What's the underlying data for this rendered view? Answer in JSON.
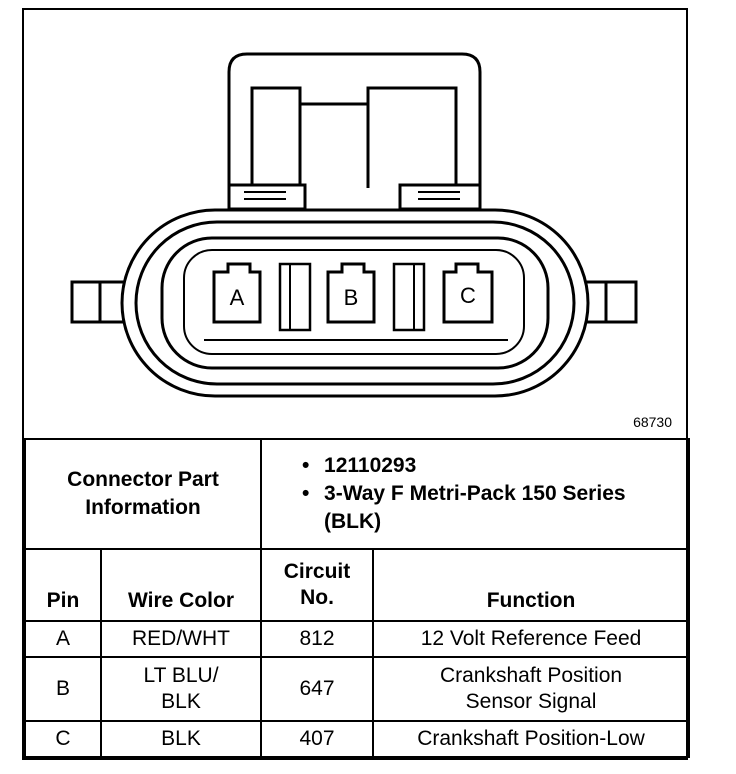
{
  "figure": {
    "number": "68730",
    "pin_labels": [
      "A",
      "B",
      "C"
    ]
  },
  "connector_info": {
    "label": "Connector Part Information",
    "items": [
      "12110293",
      "3-Way F Metri-Pack 150 Series (BLK)"
    ]
  },
  "table": {
    "headers": {
      "pin": "Pin",
      "wire_color": "Wire Color",
      "circuit": "Circuit No.",
      "function": "Function"
    },
    "rows": [
      {
        "pin": "A",
        "wire_color": "RED/WHT",
        "circuit": "812",
        "function": "12 Volt Reference Feed"
      },
      {
        "pin": "B",
        "wire_color": "LT BLU/ BLK",
        "circuit": "647",
        "function": "Crankshaft Position Sensor Signal"
      },
      {
        "pin": "C",
        "wire_color": "BLK",
        "circuit": "407",
        "function": "Crankshaft Position-Low"
      }
    ]
  }
}
